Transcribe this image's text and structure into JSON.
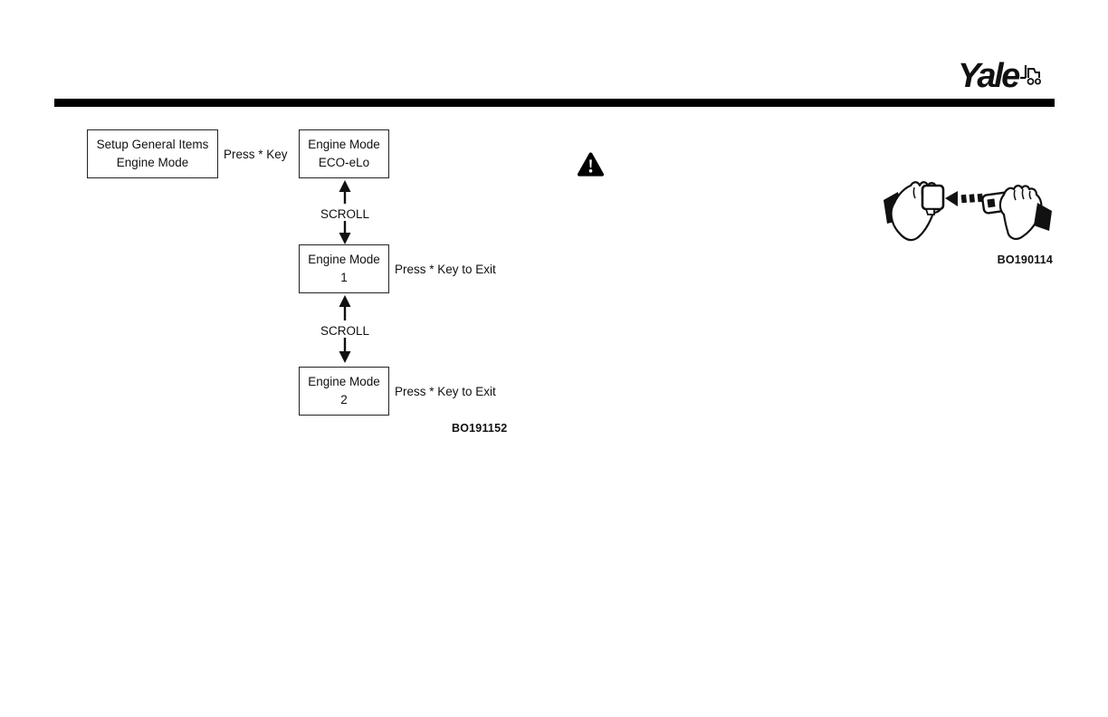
{
  "brand": {
    "name": "Yale"
  },
  "flow": {
    "box1": {
      "line1": "Setup General Items",
      "line2": "Engine Mode"
    },
    "press_key": "Press * Key",
    "box2": {
      "line1": "Engine Mode",
      "line2": "ECO-eLo"
    },
    "scroll1": "SCROLL",
    "box3": {
      "line1": "Engine Mode",
      "line2": "1"
    },
    "exit1": "Press * Key to Exit",
    "scroll2": "SCROLL",
    "box4": {
      "line1": "Engine Mode",
      "line2": "2"
    },
    "exit2": "Press * Key to Exit",
    "figure_code": "BO191152"
  },
  "illustration": {
    "figure_code": "BO190114"
  }
}
